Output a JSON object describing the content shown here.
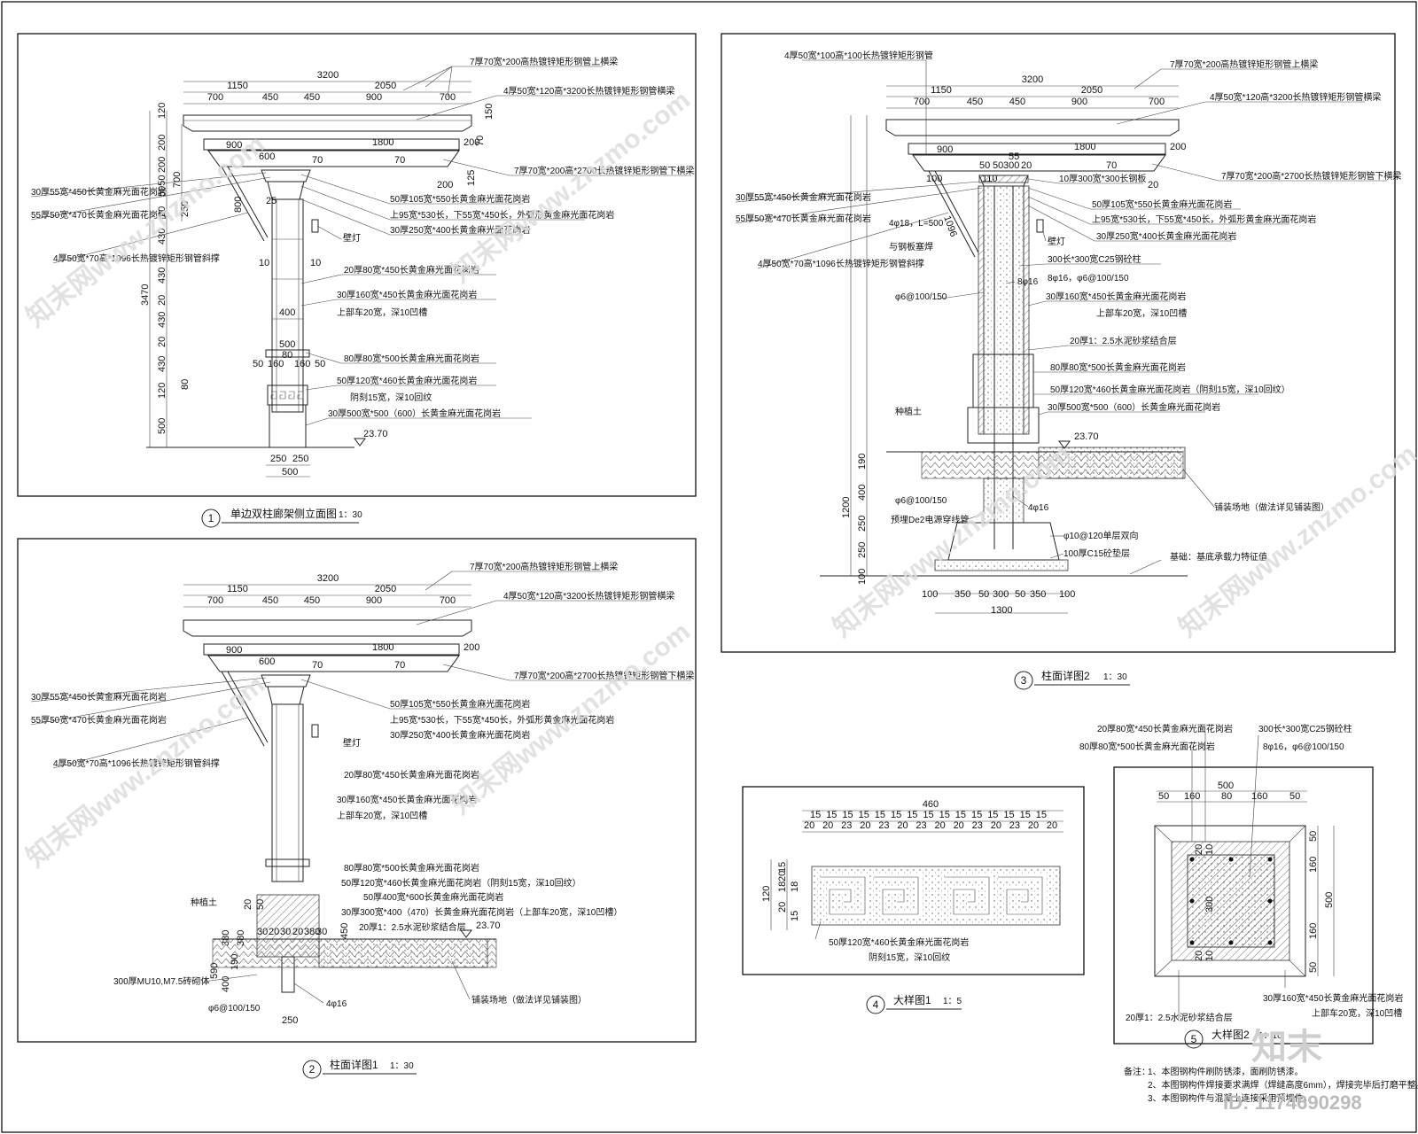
{
  "drawings": {
    "d1": {
      "number": "1",
      "title": "单边双柱廊架侧立面图",
      "scale": "1：30",
      "top_dims": {
        "total": "3200",
        "left": "1150",
        "right": "2050",
        "segs": [
          "700",
          "450",
          "450",
          "900",
          "700"
        ]
      },
      "mid_dims": {
        "a": "900",
        "b": "1800",
        "c": "200",
        "d": "600",
        "e": "70",
        "f": "70"
      },
      "vert_dims": [
        "120",
        "200",
        "200",
        "5050",
        "700",
        "250",
        "20",
        "430",
        "3470",
        "430",
        "20",
        "430",
        "20",
        "430",
        "120",
        "80",
        "500"
      ],
      "col_dims": {
        "w500": "500",
        "w400": "400",
        "a": "50",
        "b": "160",
        "c": "80",
        "d": "160",
        "e": "50",
        "f": "10",
        "g": "10",
        "h": "800",
        "i": "25",
        "j": "150",
        "k": "125",
        "l": "70",
        "m": "200"
      },
      "base_dims": {
        "l": "250",
        "r": "250",
        "total": "500"
      },
      "elevation": "23.70",
      "labels": [
        "7厚70宽*200高热镀锌矩形钢管上横梁",
        "4厚50宽*120高*3200长热镀锌矩形钢管横梁",
        "7厚70宽*200高*2700长热镀锌矩形钢管下横梁",
        "30厚55宽*450长黄金麻光面花岗岩",
        "55厚50宽*470长黄金麻光面花岗岩",
        "50厚105宽*550长黄金麻光面花岗岩",
        "上95宽*530长，下55宽*450长，外弧形黄金麻光面花岗岩",
        "30厚250宽*400长黄金麻光面花岗岩",
        "4厚50宽*70高*1096长热镀锌矩形钢管斜撑",
        "壁灯",
        "20厚80宽*450长黄金麻光面花岗岩",
        "30厚160宽*450长黄金麻光面花岗岩",
        "上部车20宽，深10凹槽",
        "80厚80宽*500长黄金麻光面花岗岩",
        "50厚120宽*460长黄金麻光面花岗岩",
        "阴刻15宽，深10回纹",
        "30厚500宽*500（600）长黄金麻光面花岗岩"
      ]
    },
    "d2": {
      "number": "2",
      "title": "柱面详图1",
      "scale": "1：30",
      "top_dims": {
        "total": "3200",
        "left": "1150",
        "right": "2050",
        "segs": [
          "700",
          "450",
          "450",
          "900",
          "700"
        ]
      },
      "mid_dims": {
        "a": "900",
        "b": "1800",
        "c": "200",
        "d": "600",
        "e": "70",
        "f": "70"
      },
      "foot_dims": {
        "a": "20",
        "b": "50",
        "c": "380",
        "d": "380",
        "e": "30",
        "f": "20",
        "g": "30",
        "h": "20",
        "i": "380",
        "j": "30",
        "k": "450",
        "l": "190",
        "m": "400",
        "n": "590",
        "o": "250"
      },
      "elevation": "23.70",
      "labels": [
        "7厚70宽*200高热镀锌矩形钢管上横梁",
        "4厚50宽*120高*3200长热镀锌矩形钢管横梁",
        "7厚70宽*200高*2700长热镀锌矩形钢管下横梁",
        "30厚55宽*450长黄金麻光面花岗岩",
        "55厚50宽*470长黄金麻光面花岗岩",
        "50厚105宽*550长黄金麻光面花岗岩",
        "上95宽*530长，下55宽*450长，外弧形黄金麻光面花岗岩",
        "30厚250宽*400长黄金麻光面花岗岩",
        "4厚50宽*70高*1096长热镀锌矩形钢管斜撑",
        "壁灯",
        "20厚80宽*450长黄金麻光面花岗岩",
        "30厚160宽*450长黄金麻光面花岗岩",
        "上部车20宽，深10凹槽",
        "80厚80宽*500长黄金麻光面花岗岩",
        "50厚120宽*460长黄金麻光面花岗岩（阴刻15宽，深10回纹）",
        "50厚400宽*600长黄金麻光面花岗岩",
        "30厚300宽*400（470）长黄金麻光面花岗岩（上部车20宽，深10凹槽）",
        "20厚1：2.5水泥砂浆结合层",
        "种植土",
        "300厚MU10,M7.5砖砌体",
        "φ6@100/150",
        "4φ16",
        "铺装场地（做法详见铺装图）"
      ]
    },
    "d3": {
      "number": "3",
      "title": "柱面详图2",
      "scale": "1：30",
      "top_dims": {
        "total": "3200",
        "left": "1150",
        "right": "2050",
        "segs": [
          "700",
          "450",
          "450",
          "900",
          "700"
        ]
      },
      "mid_dims": {
        "a": "900",
        "b": "1800",
        "c": "200",
        "d": "70",
        "e": "50",
        "f": "50",
        "g": "55",
        "h": "300",
        "i": "20",
        "j": "20",
        "k": "100",
        "l": "110",
        "m": "1096"
      },
      "bottom_dims": {
        "segs": [
          "100",
          "350",
          "50",
          "300",
          "50",
          "350",
          "100"
        ],
        "total": "1300"
      },
      "vert_extra": [
        "190",
        "400",
        "1200",
        "250",
        "250",
        "100"
      ],
      "elevation": "23.70",
      "labels": [
        "4厚50宽*100高*100长热镀锌矩形钢管",
        "7厚70宽*200高热镀锌矩形钢管上横梁",
        "4厚50宽*120高*3200长热镀锌矩形钢管横梁",
        "7厚70宽*200高*2700长热镀锌矩形钢管下横梁",
        "10厚300宽*300长钢板",
        "50厚105宽*550长黄金麻光面花岗岩",
        "上95宽*530长，下55宽*450长，外弧形黄金麻光面花岗岩",
        "30厚250宽*400长黄金麻光面花岗岩",
        "30厚55宽*450长黄金麻光面花岗岩",
        "55厚50宽*470长黄金麻光面花岗岩",
        "4厚50宽*70高*1096长热镀锌矩形钢管斜撑",
        "4φ18，L=500",
        "与钢板塞焊",
        "壁灯",
        "300长*300宽C25钢砼柱",
        "8φ16，φ6@100/150",
        "8φ16",
        "φ6@100/150",
        "30厚160宽*450长黄金麻光面花岗岩",
        "上部车20宽，深10凹槽",
        "20厚1：2.5水泥砂浆结合层",
        "80厚80宽*500长黄金麻光面花岗岩",
        "50厚120宽*460长黄金麻光面花岗岩（阴刻15宽，深10回纹）",
        "30厚500宽*500（600）长黄金麻光面花岗岩",
        "种植土",
        "铺装场地（做法详见铺装图）",
        "φ6@100/150",
        "4φ16",
        "预埋De2电源穿线管",
        "φ10@120单层双向",
        "100厚C15砼垫层",
        "基础：基底承载力特征值"
      ]
    },
    "d4": {
      "number": "4",
      "title": "大样图1",
      "scale": "1：5",
      "top_total": "460",
      "top_row1": [
        "15",
        "15",
        "15",
        "15",
        "15",
        "15",
        "15",
        "15",
        "15",
        "15",
        "15",
        "15",
        "15",
        "15",
        "15"
      ],
      "top_row2": [
        "20",
        "20",
        "23",
        "20",
        "23",
        "20",
        "23",
        "20",
        "20",
        "23",
        "20",
        "23",
        "20",
        "20"
      ],
      "left_dims": [
        "15",
        "20",
        "18",
        "18",
        "20",
        "15",
        "120"
      ],
      "labels": [
        "50厚120宽*460长黄金麻光面花岗岩",
        "阴刻15宽，深10回纹"
      ]
    },
    "d5": {
      "number": "5",
      "title": "大样图2",
      "scale": "1：10",
      "top_total": "500",
      "top_segs": [
        "50",
        "160",
        "80",
        "160",
        "50"
      ],
      "right_segs": [
        "50",
        "160",
        "500",
        "160",
        "50"
      ],
      "inner_dims": [
        "20",
        "10",
        "300",
        "10",
        "20"
      ],
      "labels": [
        "20厚80宽*450长黄金麻光面花岗岩",
        "80厚80宽*500长黄金麻光面花岗岩",
        "300长*300宽C25钢砼柱",
        "8φ16，φ6@100/150",
        "20厚1：2.5水泥砂浆结合层",
        "30厚160宽*450长黄金麻光面花岗岩",
        "上部车20宽，深10凹槽"
      ]
    }
  },
  "notes": {
    "heading": "备注：",
    "lines": [
      "1、本图钢构件刷防锈漆，面刷防锈漆。",
      "2、本图钢构件焊接要求满焊（焊缝高度6mm），焊接完毕后打磨平整。",
      "3、本图钢构件与混凝土连接采用预埋件。"
    ]
  },
  "watermark": {
    "text": "知末网www.znzmo.com",
    "logo": "知末",
    "id": "ID: 1174690298"
  }
}
